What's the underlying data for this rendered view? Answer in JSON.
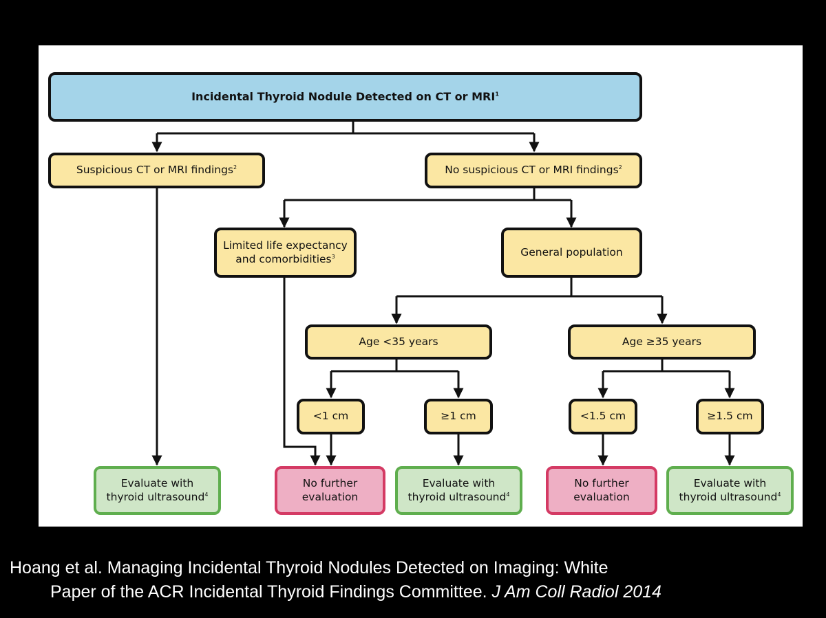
{
  "flowchart": {
    "root": {
      "label": "Incidental Thyroid Nodule Detected on CT or MRI",
      "sup": "1"
    },
    "suspicious": {
      "label": "Suspicious CT or MRI findings",
      "sup": "2"
    },
    "not_suspicious": {
      "label": "No suspicious CT or MRI findings",
      "sup": "2"
    },
    "limited": {
      "line1": "Limited life expectancy",
      "line2": "and comorbidities",
      "sup": "3"
    },
    "general": {
      "label": "General population"
    },
    "age_under": {
      "label": "Age <35 years"
    },
    "age_over": {
      "label": "Age ≥35 years"
    },
    "size_lt1": {
      "label": "<1 cm"
    },
    "size_ge1": {
      "label": "≥1 cm"
    },
    "size_lt15": {
      "label": "<1.5 cm"
    },
    "size_ge15": {
      "label": "≥1.5 cm"
    },
    "outcome_eval_1": {
      "line1": "Evaluate with",
      "line2": "thyroid ultrasound",
      "sup": "4"
    },
    "outcome_none_1": {
      "line1": "No further",
      "line2": "evaluation"
    },
    "outcome_eval_2": {
      "line1": "Evaluate with",
      "line2": "thyroid ultrasound",
      "sup": "4"
    },
    "outcome_none_2": {
      "line1": "No further",
      "line2": "evaluation"
    },
    "outcome_eval_3": {
      "line1": "Evaluate with",
      "line2": "thyroid ultrasound",
      "sup": "4"
    }
  },
  "citation": {
    "line1": "Hoang et al. Managing Incidental Thyroid Nodules Detected on Imaging: White",
    "line2_plain": "Paper of the ACR Incidental Thyroid Findings Committee.",
    "line2_italic": "J Am Coll Radiol 2014"
  },
  "colors": {
    "root_fill": "#a4d4e9",
    "decision_fill": "#fbe7a3",
    "evaluate_fill": "#cfe6c7",
    "evaluate_border": "#5fae4e",
    "no_further_fill": "#eeafc4",
    "no_further_border": "#d43a64",
    "background": "#000000"
  }
}
